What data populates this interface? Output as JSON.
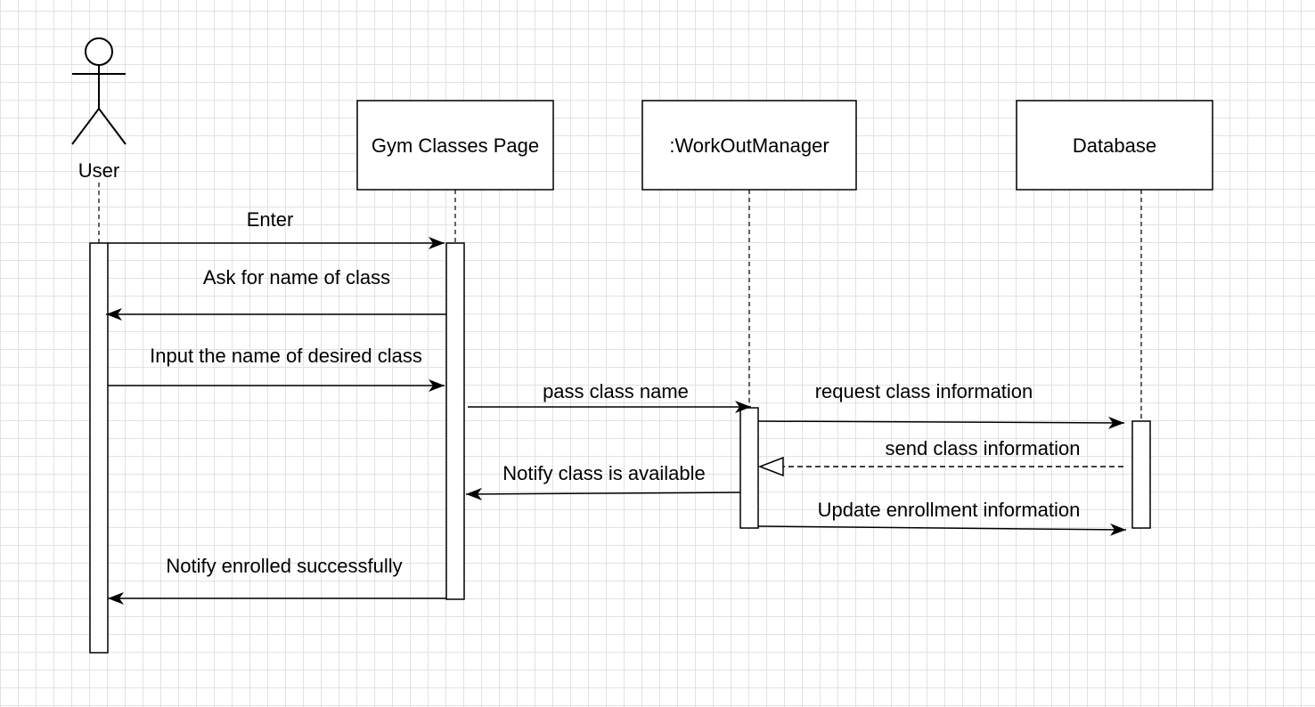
{
  "actor": {
    "label": "User"
  },
  "participants": {
    "gym_page": "Gym Classes Page",
    "workout_manager": ":WorkOutManager",
    "database": "Database"
  },
  "messages": {
    "enter": "Enter",
    "ask_name": "Ask for name of class",
    "input_name": "Input the name of desired class",
    "pass_name": "pass class name",
    "request_info": "request class information",
    "send_info": "send class information",
    "notify_available": "Notify class is available",
    "update_enrollment": "Update enrollment information",
    "notify_enrolled": "Notify enrolled successfully"
  },
  "colors": {
    "stroke": "#000000",
    "box_fill": "#ffffff",
    "grid": "#e2e2e2"
  }
}
